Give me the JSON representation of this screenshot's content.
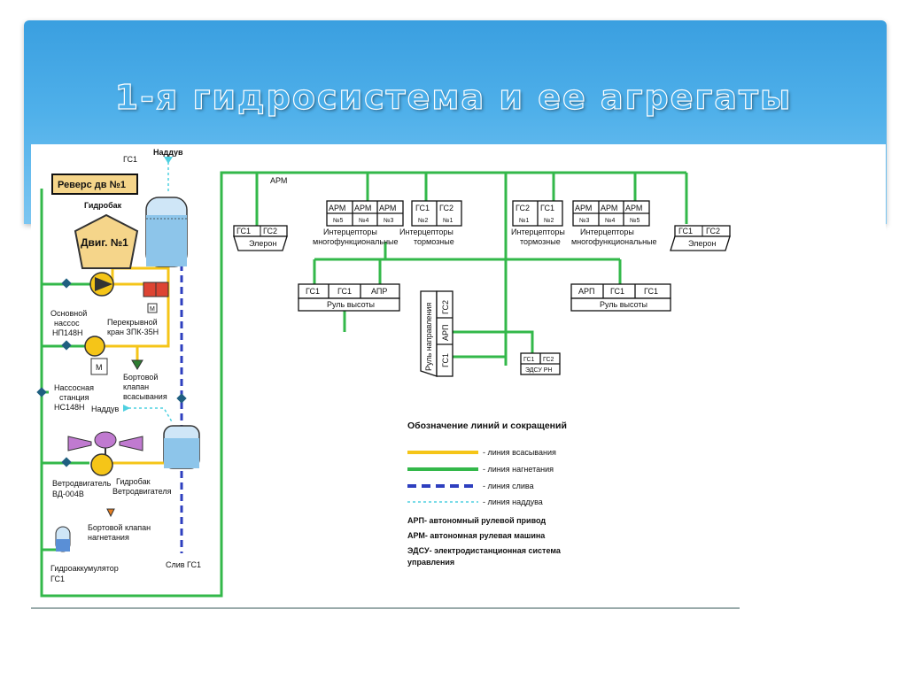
{
  "title": "1-я гидросистема и ее агрегаты",
  "labels": {
    "gs1_top": "ГС1",
    "nadduv_top": "Наддув",
    "revers": "Реверс дв №1",
    "gidrobak": "Гидробак",
    "engine": "Двиг. №1",
    "main_pump_1": "Основной",
    "main_pump_2": "нассос",
    "main_pump_3": "НП148Н",
    "valve_1": "Перекрывной",
    "valve_2": "кран ЗПК-35Н",
    "m_letter": "М",
    "pump_station_1": "Нассосная",
    "pump_station_2": "станция",
    "pump_station_3": "НС148Н",
    "board_valve_suction_1": "Бортовой",
    "board_valve_suction_2": "клапан",
    "board_valve_suction_3": "всасывания",
    "nadduv_mid": "Наддув",
    "wind_motor_1": "Ветродвигатель",
    "wind_motor_2": "ВД-004В",
    "wind_tank_1": "Гидробак",
    "wind_tank_2": "Ветродвигателя",
    "board_valve_press_1": "Бортовой клапан",
    "board_valve_press_2": "нагнетания",
    "accumulator_1": "Гидроаккумулятор",
    "accumulator_2": "ГС1",
    "drain": "Слив ГС1",
    "arm_top": "АРМ",
    "aileron_left": "Элерон",
    "aileron_right": "Элерон",
    "gs1": "ГС1",
    "gs2": "ГС2",
    "arm": "АРМ",
    "arp": "АРП",
    "apr": "АПР",
    "n5": "№5",
    "n4": "№4",
    "n3": "№3",
    "n2": "№2",
    "n1": "№1",
    "interceptors_multi_1": "Интерцепторы",
    "interceptors_multi_2": "многофункциональные",
    "interceptors_brake_1": "Интерцепторы",
    "interceptors_brake_2": "тормозные",
    "elevator_left": "Руль высоты",
    "elevator_right": "Руль высоты",
    "rudder": "Руль направления",
    "edsu_rn": "ЭДСУ РН"
  },
  "legend": {
    "title": "Обозначение линий и сокращений",
    "items": [
      {
        "label": "- линия всасывания",
        "color": "#f5c518",
        "style": "solid"
      },
      {
        "label": "- линия нагнетания",
        "color": "#33b84a",
        "style": "solid"
      },
      {
        "label": "- линия слива",
        "color": "#2e3fbf",
        "style": "dashed"
      },
      {
        "label": "- линия наддува",
        "color": "#4fd0e0",
        "style": "dotted"
      }
    ],
    "abbreviations": [
      "АРП- автономный рулевой привод",
      "АРМ- автономная рулевая машина",
      "ЭДСУ- электродистанционная система",
      "управления"
    ]
  },
  "colors": {
    "suction": "#f5c518",
    "pressure": "#33b84a",
    "drain": "#2e3fbf",
    "boost": "#4fd0e0",
    "engine_fill": "#f5d58a",
    "header": "#4aaee9"
  }
}
